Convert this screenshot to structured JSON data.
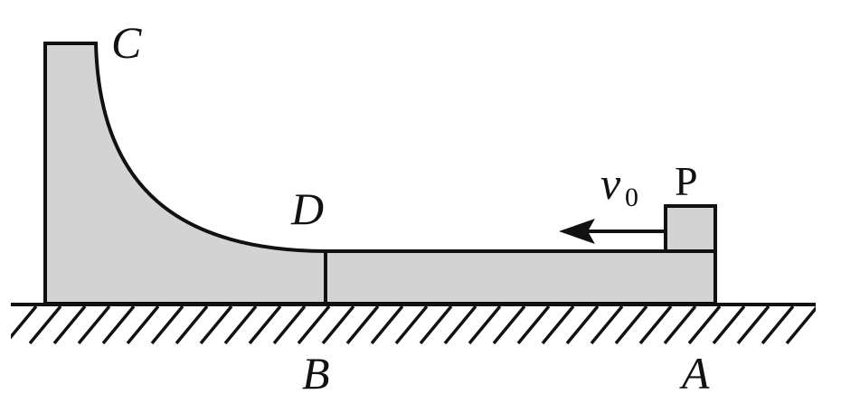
{
  "diagram": {
    "labels": {
      "C": "C",
      "D": "D",
      "B": "B",
      "A": "A",
      "P": "P",
      "velocity_symbol": "v",
      "velocity_subscript": "0"
    },
    "colors": {
      "block_fill": "#d3d3d3",
      "stroke": "#111111",
      "background": "#ffffff"
    }
  }
}
